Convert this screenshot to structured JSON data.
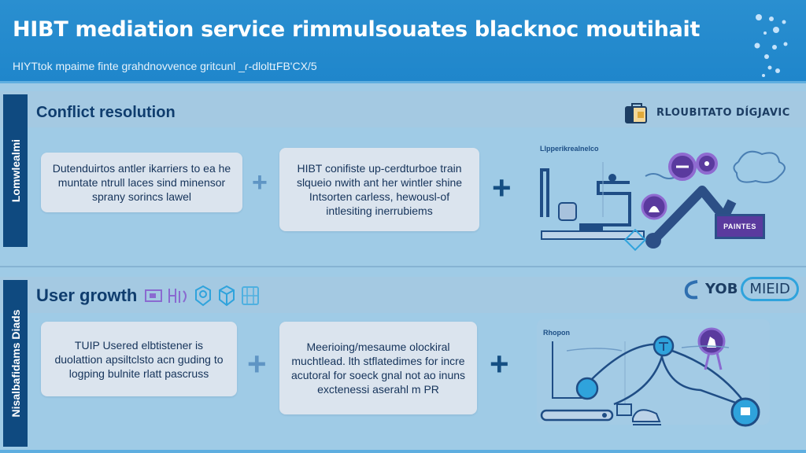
{
  "header": {
    "title": "HIBT mediation service rimmulsouates blacknoc moutihait",
    "subtitle": "HIYTtok mpaime finte grahdnovvence gritcunl _ɾ-dloltɪFB'CX/5",
    "sparkle_icon": "sparkle-cluster-icon"
  },
  "sections": [
    {
      "side_label": "Lomwlealmi",
      "title": "Conflict resolution",
      "brand": {
        "icon": "briefcase-icon",
        "text": "RLOUBITATO DÍGJAVIC"
      },
      "cards": [
        {
          "text": "Dutenduirtos antler ikarriers to ea he muntate ntrull laces sind minensor sprany sorincs lawel"
        },
        {
          "text": "HIBT conifiste up-cerdturboe train slqueio nwith ant her wintler shine Intsorten carless, hewousl-of intlesiting inerrubiems"
        }
      ],
      "illustration": {
        "label": "Llpperikrealnelco",
        "button_label": "PAINTES",
        "icons": [
          "machine-icon",
          "robot-arm-icon",
          "purple-circle-icon"
        ]
      }
    },
    {
      "side_label": "Nisalbafidams Diads",
      "title": "User growth",
      "title_icons": [
        "image-icon",
        "hi-glyph-icon",
        "lightbulb-box-icon",
        "cube-icon",
        "map-icon"
      ],
      "brand": {
        "text": "YOB",
        "pill": "MIEID",
        "icon": "wave-logo-icon"
      },
      "cards": [
        {
          "text": "TUIP Usered elbtistener is duolattion apsiltclsto acn guding to logping bulnite rlatt pascruss"
        },
        {
          "text": "Meerioing/mesaume olockiral muchtlead. lth stflatedimes for incre acutoral for soeck gnal not ao inuns exctenessi aserahl m PR"
        }
      ],
      "illustration": {
        "label": "Rhopon",
        "icons": [
          "network-node-icon",
          "award-badge-icon",
          "conveyor-icon"
        ]
      }
    }
  ],
  "colors": {
    "header_bg": "#2a8fd0",
    "page_bg": "#9fcbe6",
    "side_bar": "#0f4a80",
    "card_bg": "#dbe4ee",
    "title_text": "#0f3d6e",
    "purple_accent": "#5a3a9e",
    "cyan_accent": "#2fa3dc"
  }
}
